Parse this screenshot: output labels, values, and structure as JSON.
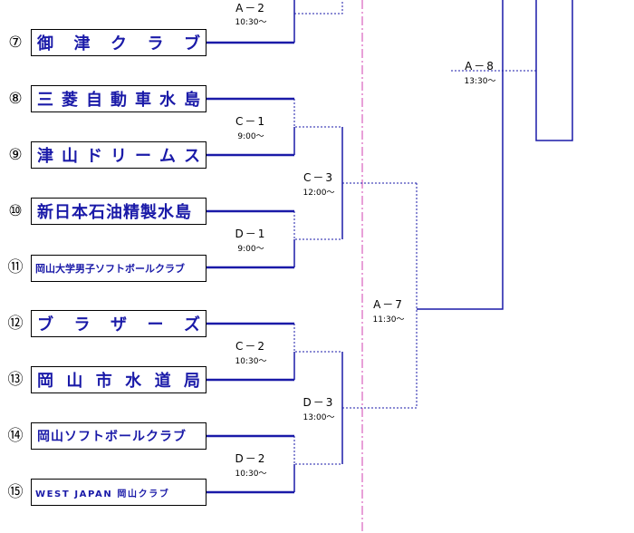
{
  "teams": [
    {
      "num": "⑦",
      "name": "御津クラブ"
    },
    {
      "num": "⑧",
      "name": "三菱自動車水島"
    },
    {
      "num": "⑨",
      "name": "津山ドリームス"
    },
    {
      "num": "⑩",
      "name": "新日本石油精製水島"
    },
    {
      "num": "⑪",
      "name": "岡山大学男子ソフトボールクラブ"
    },
    {
      "num": "⑫",
      "name": "ブラザーズ"
    },
    {
      "num": "⑬",
      "name": "岡山市水道局"
    },
    {
      "num": "⑭",
      "name": "岡山ソフトボールクラブ"
    },
    {
      "num": "⑮",
      "name": "WEST JAPAN 岡山クラブ"
    }
  ],
  "matches": [
    {
      "code": "A－2",
      "time": "10:30～"
    },
    {
      "code": "C－1",
      "time": "9:00～"
    },
    {
      "code": "D－1",
      "time": "9:00～"
    },
    {
      "code": "C－2",
      "time": "10:30～"
    },
    {
      "code": "D－2",
      "time": "10:30～"
    },
    {
      "code": "C－3",
      "time": "12:00～"
    },
    {
      "code": "D－3",
      "time": "13:00～"
    },
    {
      "code": "A－7",
      "time": "11:30～"
    },
    {
      "code": "A－8",
      "time": "13:30～"
    }
  ],
  "colors": {
    "line": "#1a1aa8",
    "border": "#000000",
    "divider": "#d040b0"
  }
}
